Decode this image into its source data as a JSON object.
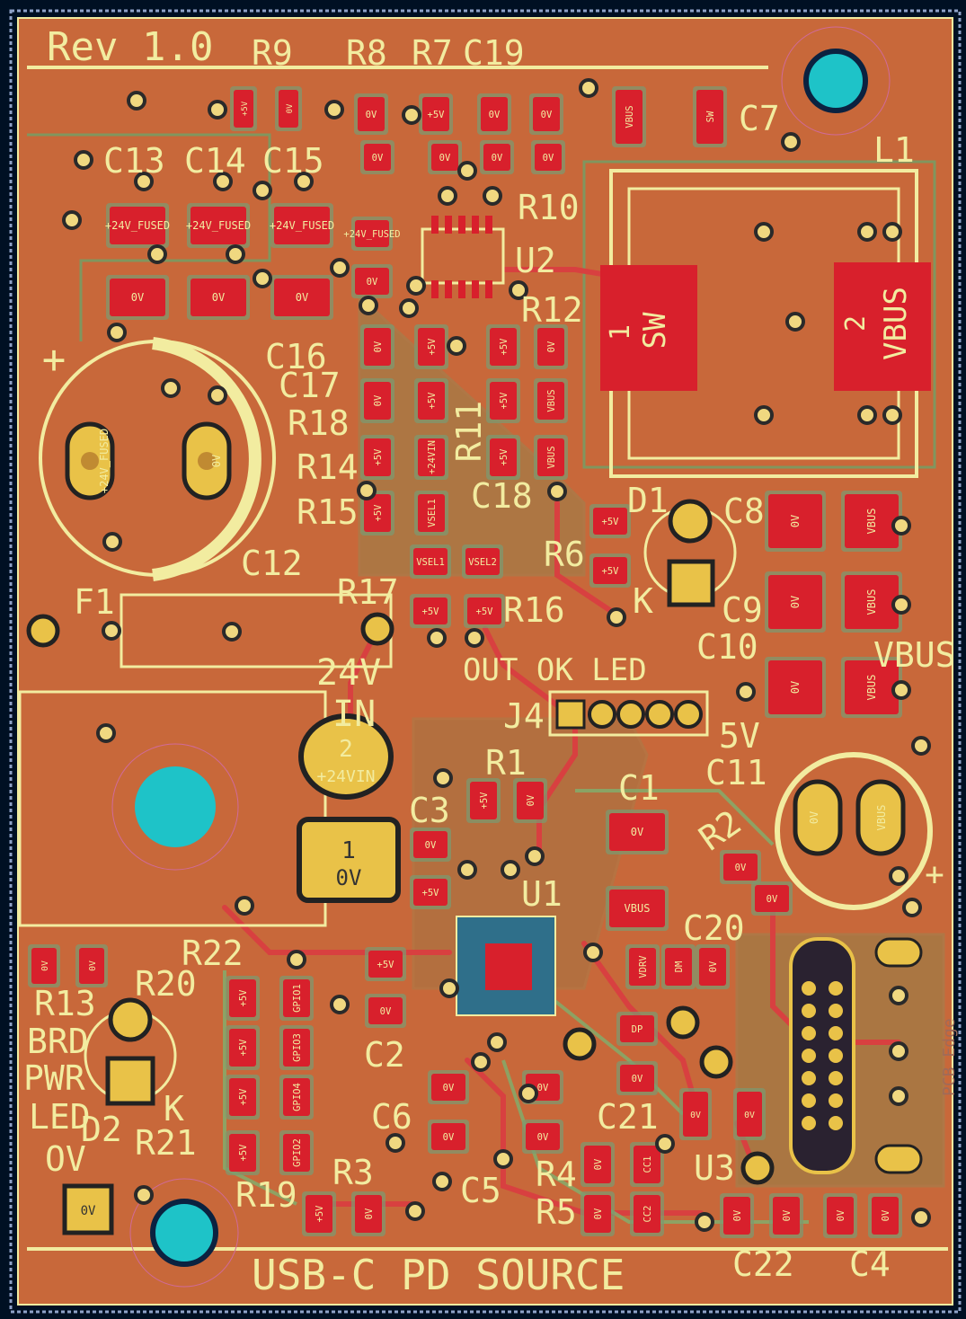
{
  "colors": {
    "background": "#001023",
    "copper": "#c8683a",
    "copper_dark": "#a84a2c",
    "pad": "#d8202c",
    "silk": "#f2eca0",
    "via": "#e9c248",
    "hole": "#1ec3c8",
    "zone": "#3aa070",
    "courtyard": "#d04890"
  },
  "board": {
    "rev": "Rev 1.0",
    "title": "USB-C PD SOURCE",
    "corner_text": "PCB Edge"
  },
  "silk_labels": [
    "R9",
    "R8",
    "R7",
    "C19",
    "C7",
    "L1",
    "C13",
    "C14",
    "C15",
    "R10",
    "U2",
    "R12",
    "C16",
    "C17",
    "R18",
    "R11",
    "R14",
    "R15",
    "C18",
    "D1",
    "C8",
    "R6",
    "C12",
    "F1",
    "R17",
    "R16",
    "C9",
    "C10",
    "VBUS",
    "24V",
    "IN",
    "OUT OK LED",
    "J4",
    "5V",
    "R1",
    "C1",
    "C11",
    "C3",
    "R2",
    "U1",
    "C20",
    "R22",
    "R20",
    "R13",
    "BRD",
    "PWR",
    "LED",
    "OV",
    "D2",
    "K",
    "R21",
    "C2",
    "C6",
    "C21",
    "R3",
    "R4",
    "R5",
    "U3",
    "R19",
    "C5",
    "C22",
    "C4",
    "+"
  ],
  "pad_labels": [
    "+5V",
    "0V",
    "VBUS",
    "SW",
    "+24V_FUSED",
    "+24VIN",
    "VSEL1",
    "VSEL2",
    "GPIO1",
    "GPIO2",
    "GPIO3",
    "GPIO4",
    "DP",
    "DM",
    "CC1",
    "CC2",
    "VDRV"
  ],
  "components": {
    "big_inductor_pads": [
      "SW",
      "VBUS"
    ],
    "jack": {
      "pin2": "+24VIN",
      "pin1": "0V"
    },
    "c12_pads": [
      "+24V_FUSED",
      "0V"
    ],
    "c11_pads": [
      "0V",
      "VBUS"
    ],
    "testpoints": [
      "0V",
      "VBUS"
    ]
  }
}
